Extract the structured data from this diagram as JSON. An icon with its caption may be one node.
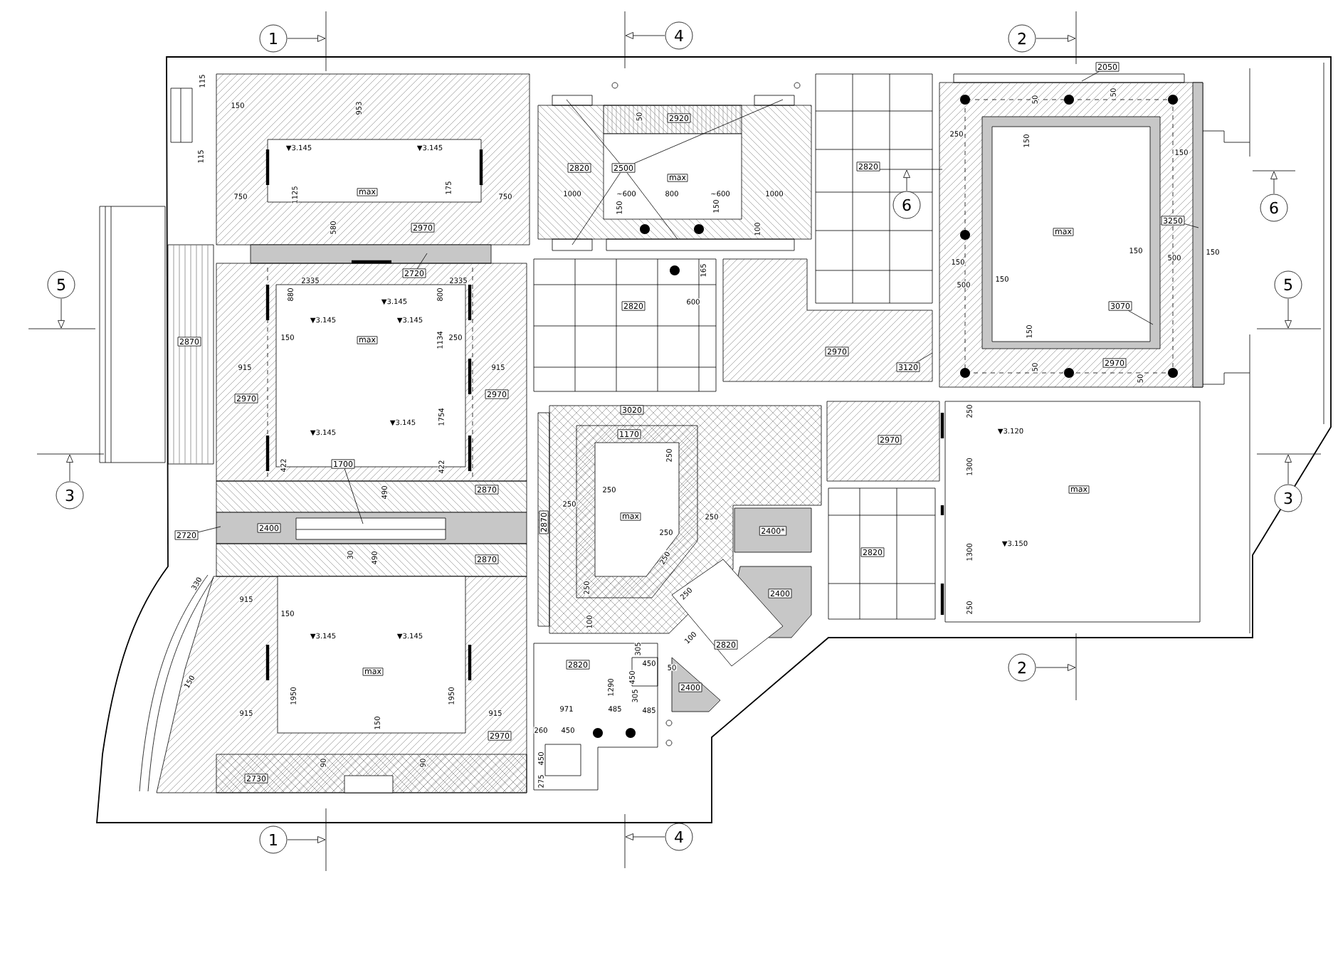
{
  "diagram": {
    "nodes": [
      {
        "text": [
          "1"
        ]
      },
      {
        "text": [
          "4"
        ]
      },
      {
        "text": [
          "2"
        ]
      },
      {
        "text": [
          "2050"
        ]
      },
      {
        "text": [
          "max"
        ]
      },
      {
        "text": [
          "2920"
        ]
      },
      {
        "text": [
          "2820"
        ]
      },
      {
        "text": [
          "2500"
        ]
      },
      {
        "text": [
          "max"
        ]
      },
      {
        "text": [
          "2820"
        ]
      },
      {
        "text": [
          "6"
        ]
      },
      {
        "text": [
          "6"
        ]
      },
      {
        "text": [
          "3250"
        ]
      },
      {
        "text": [
          "max"
        ]
      },
      {
        "text": [
          "2970"
        ]
      },
      {
        "text": [
          "2720"
        ]
      },
      {
        "text": [
          "5"
        ]
      },
      {
        "text": [
          "5"
        ]
      },
      {
        "text": [
          "3070"
        ]
      },
      {
        "text": [
          "2820"
        ]
      },
      {
        "text": [
          "max"
        ]
      },
      {
        "text": [
          "2870"
        ]
      },
      {
        "text": [
          "2970"
        ]
      },
      {
        "text": [
          "2970"
        ]
      },
      {
        "text": [
          "3120"
        ]
      },
      {
        "text": [
          "2970"
        ]
      },
      {
        "text": [
          "2970"
        ]
      },
      {
        "text": [
          "3020"
        ]
      },
      {
        "text": [
          "1170"
        ]
      },
      {
        "text": [
          "2970"
        ]
      },
      {
        "text": [
          "1700"
        ]
      },
      {
        "text": [
          "max"
        ]
      },
      {
        "text": [
          "3"
        ]
      },
      {
        "text": [
          "3"
        ]
      },
      {
        "text": [
          "2870"
        ]
      },
      {
        "text": [
          "2870"
        ]
      },
      {
        "text": [
          "max"
        ]
      },
      {
        "text": [
          "2400"
        ]
      },
      {
        "text": [
          "2720"
        ]
      },
      {
        "text": [
          "2400*"
        ]
      },
      {
        "text": [
          "2820"
        ]
      },
      {
        "text": [
          "2870"
        ]
      },
      {
        "text": [
          "2400"
        ]
      },
      {
        "text": [
          "2820"
        ]
      },
      {
        "text": [
          "2820"
        ]
      },
      {
        "text": [
          "max"
        ]
      },
      {
        "text": [
          "2400"
        ]
      },
      {
        "text": [
          "2970"
        ]
      },
      {
        "text": [
          "2730"
        ]
      },
      {
        "text": [
          "1"
        ]
      },
      {
        "text": [
          "4"
        ]
      },
      {
        "text": [
          "2"
        ]
      }
    ],
    "edges": [
      {
        "from": 3,
        "to": null,
        "arrow": "none"
      },
      {
        "from": 7,
        "to": null,
        "arrow": "none"
      },
      {
        "from": 7,
        "to": null,
        "arrow": "none"
      },
      {
        "from": 7,
        "to": null,
        "arrow": "none"
      },
      {
        "from": 7,
        "to": null,
        "arrow": "none"
      },
      {
        "from": 12,
        "to": null,
        "arrow": "none"
      },
      {
        "from": 15,
        "to": null,
        "arrow": "none"
      },
      {
        "from": 18,
        "to": null,
        "arrow": "none"
      },
      {
        "from": 24,
        "to": null,
        "arrow": "none"
      },
      {
        "from": 30,
        "to": null,
        "arrow": "none"
      },
      {
        "from": 38,
        "to": null,
        "arrow": "none"
      }
    ],
    "labels": [
      "115",
      "150",
      "953",
      "▼3.145",
      "▼3.145",
      "115",
      "1125",
      "175",
      "750",
      "750",
      "580",
      "50",
      "1000",
      "~600",
      "800",
      "~600",
      "1000",
      "150",
      "150",
      "100",
      "165",
      "600",
      "50",
      "50",
      "250",
      "150",
      "150",
      "150",
      "500",
      "150",
      "150",
      "500",
      "150",
      "150",
      "50",
      "50",
      "2335",
      "2335",
      "880",
      "800",
      "▼3.145",
      "▼3.145",
      "▼3.145",
      "150",
      "1134",
      "250",
      "915",
      "915",
      "1754",
      "▼3.145",
      "▼3.145",
      "422",
      "422",
      "490",
      "30",
      "490",
      "330",
      "915",
      "150",
      "▼3.145",
      "▼3.145",
      "150",
      "1950",
      "1950",
      "915",
      "150",
      "915",
      "90",
      "90",
      "250",
      "250",
      "250",
      "250",
      "250",
      "250",
      "250",
      "250",
      "100",
      "100",
      "305",
      "450",
      "50",
      "450",
      "305",
      "1290",
      "971",
      "485",
      "485",
      "260",
      "450",
      "450",
      "275",
      "250",
      "▼3.120",
      "1300",
      "▼3.150",
      "1300",
      "250"
    ]
  }
}
